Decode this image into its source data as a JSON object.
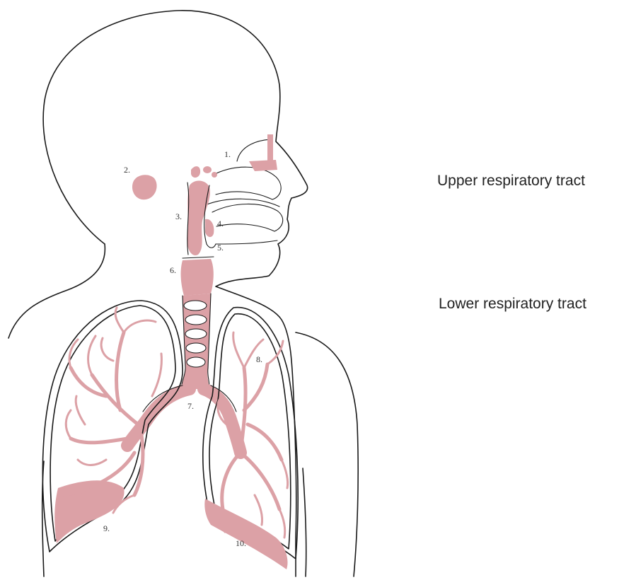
{
  "labels": {
    "upper": "Upper respiratory tract",
    "lower": "Lower respiratory tract"
  },
  "markers": [
    "1.",
    "2.",
    "3.",
    "4.",
    "5.",
    "6.",
    "7.",
    "8.",
    "9.",
    "10."
  ],
  "colors": {
    "highlight": "#dca1a6",
    "outline": "#1a1a1a",
    "text": "#222222"
  }
}
